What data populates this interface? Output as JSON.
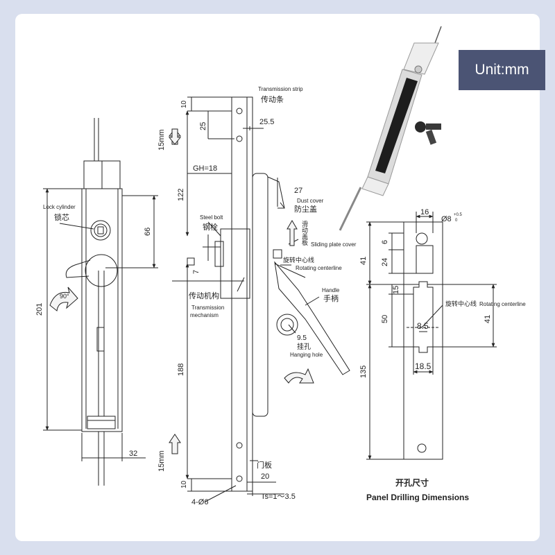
{
  "unit_badge": "Unit:mm",
  "labels": {
    "lock_cylinder_en": "Lock cylinder",
    "lock_cylinder_cn": "锁芯",
    "rotation_90": "90°",
    "dim_66": "66",
    "dim_201": "201",
    "dim_32": "32",
    "transmission_strip_en": "Transmission strip",
    "transmission_strip_cn": "传动条",
    "dim_10_top": "10",
    "dim_25": "25",
    "dim_25_5": "25.5",
    "stroke_15mm_top": "15mm",
    "gh_18": "GH=18",
    "dim_122": "122",
    "dim_27": "27",
    "dust_cover_en": "Dust cover",
    "dust_cover_cn": "防尘盖",
    "steel_bolt_en": "Steel bolt",
    "steel_bolt_cn": "钢栓",
    "sliding_cover_cn": "滑动盖板",
    "sliding_cover_en": "Sliding plate cover",
    "rotating_center_cn": "旋转中心线",
    "rotating_center_en": "Rotating centerline",
    "dim_7": "7",
    "trans_mech_cn": "传动机构",
    "trans_mech_en_1": "Transmission",
    "trans_mech_en_2": "mechanism",
    "handle_en": "Handle",
    "handle_cn": "手柄",
    "dim_9_5": "9.5",
    "hanging_hole_cn": "挂孔",
    "hanging_hole_en": "Hanging hole",
    "dim_188": "188",
    "stroke_15mm_bottom": "15mm",
    "door_panel_cn": "门板",
    "dim_10_bottom": "10",
    "dim_20": "20",
    "holes_4_d6": "4-Ø6",
    "ts_range": "Ts=1～3.5",
    "dim_16": "16",
    "dim_d8": "Ø8",
    "tol_upper": "+0.5",
    "tol_lower": "0",
    "dim_6": "6",
    "dim_24": "24",
    "dim_41_left": "41",
    "dim_15": "15",
    "rot_center_cn_2": "旋转中心线",
    "rot_center_en_2": "Rotating centerline",
    "dim_41_right": "41",
    "dim_50": "50",
    "dim_8_5": "8.5",
    "dim_135": "135",
    "dim_18_5": "18.5",
    "panel_drill_cn": "开孔尺寸",
    "panel_drill_en": "Panel Drilling Dimensions"
  },
  "colors": {
    "background": "#d9dfee",
    "sheet": "#ffffff",
    "badge": "#4b5474",
    "line": "#222222",
    "arrow_fill": "#f4f4f4"
  }
}
